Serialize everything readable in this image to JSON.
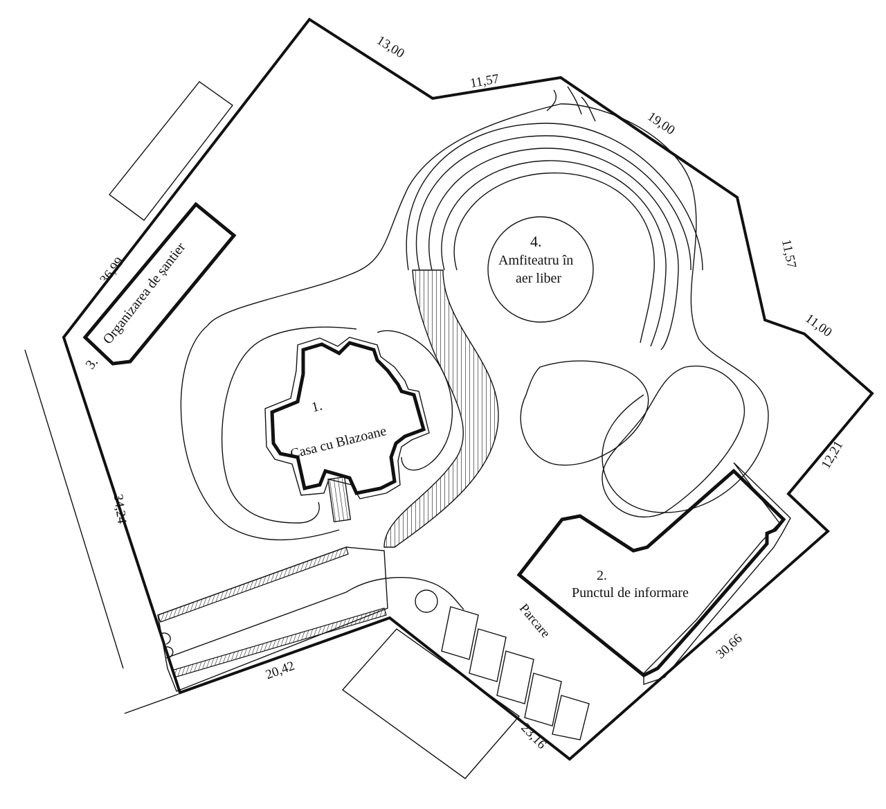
{
  "plan": {
    "boundary_dimensions": {
      "d1": "13,00",
      "d2": "11,57",
      "d3": "19,00",
      "d4": "11,57",
      "d5": "11,00",
      "d6": "12,21",
      "d7": "30,66",
      "d8": "23,16",
      "d9": "20,42",
      "d10": "34,24",
      "d11": "36,99"
    },
    "zones": {
      "casa": {
        "number": "1.",
        "name": "Casa cu Blazoane"
      },
      "info": {
        "number": "2.",
        "name": "Punctul de informare"
      },
      "santier": {
        "number": "3.",
        "name": "Organizarea de șantier"
      },
      "amfiteatru": {
        "number": "4.",
        "name_line1": "Amfiteatru în",
        "name_line2": "aer liber"
      }
    },
    "parking_label": "Parcare"
  }
}
